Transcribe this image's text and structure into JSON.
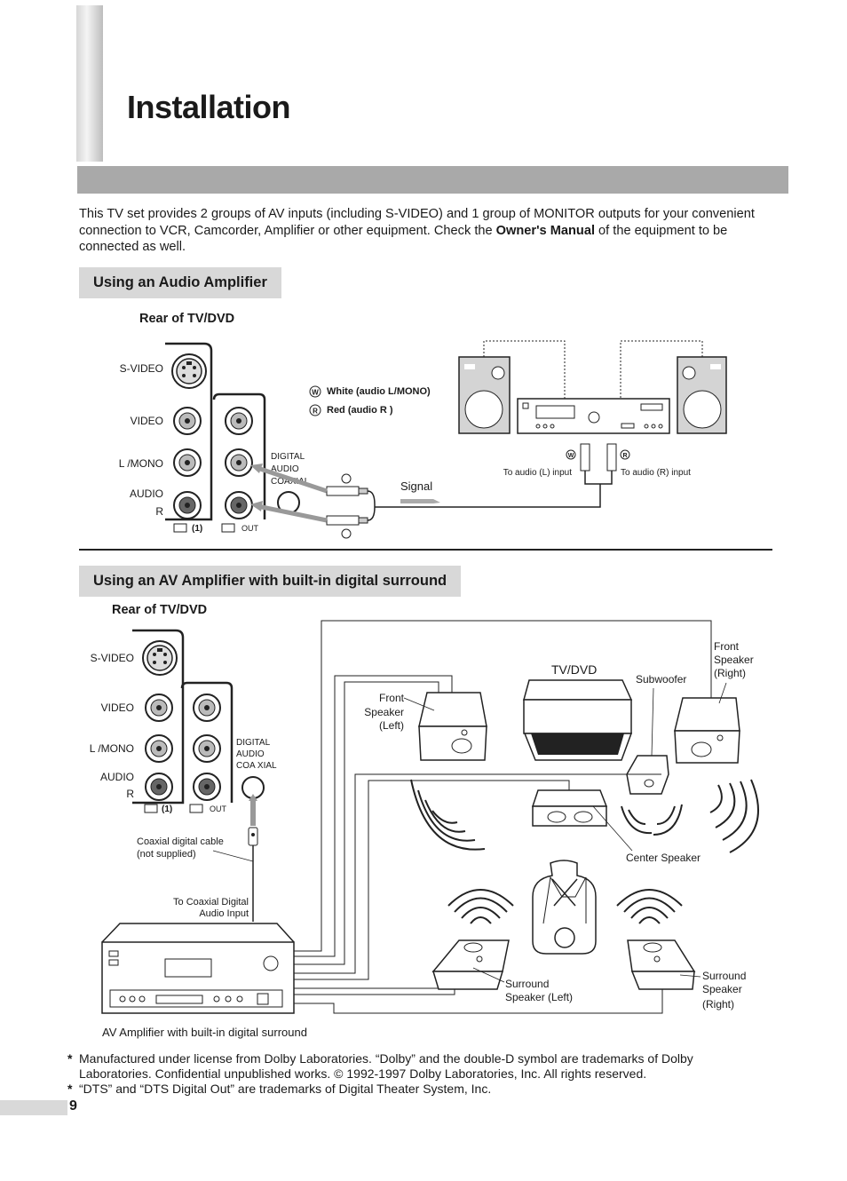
{
  "page": {
    "title": "Installation",
    "page_number": "9",
    "intro": {
      "part1": "This TV set provides 2 groups of AV inputs (including S-VIDEO) and 1 group of MONITOR outputs for your convenient connection to VCR, Camcorder, Amplifier or other equipment. Check the ",
      "bold": "Owner's Manual",
      "part2": " of the equipment to be connected as well."
    }
  },
  "section1": {
    "heading": "Using an Audio Amplifier",
    "rear_label": "Rear of TV/DVD",
    "jacks": {
      "svideo": "S-VIDEO",
      "video": "VIDEO",
      "lmono": "L /MONO",
      "audio": "AUDIO",
      "r": "R",
      "in1": "(1)",
      "out": "OUT",
      "digital1": "DIGITAL",
      "digital2": "AUDIO",
      "digital3": "COAXIAL"
    },
    "legend": {
      "w_symbol": "W",
      "white": "White (audio L/MONO)",
      "r_symbol": "R",
      "red": "Red (audio R )"
    },
    "signal": "Signal",
    "to_left": "To audio (L) input",
    "to_right": "To audio (R) input"
  },
  "section2": {
    "heading": "Using an AV Amplifier with built-in digital surround",
    "rear_label": "Rear of TV/DVD",
    "jacks": {
      "svideo": "S-VIDEO",
      "video": "VIDEO",
      "lmono": "L /MONO",
      "audio": "AUDIO",
      "r": "R",
      "in1": "(1)",
      "out": "OUT",
      "digital1": "DIGITAL",
      "digital2": "AUDIO",
      "digital3": "COA XIAL"
    },
    "coax_cable": [
      "Coaxial digital cable",
      "(not supplied)"
    ],
    "to_coax": [
      "To Coaxial Digital",
      "Audio Input"
    ],
    "amp_caption": "AV Amplifier with built-in digital surround",
    "tvdvd": "TV/DVD",
    "subwoofer": "Subwoofer",
    "front_left": [
      "Front",
      "Speaker",
      "(Left)"
    ],
    "front_right": [
      "Front",
      "Speaker",
      "(Right)"
    ],
    "center": "Center Speaker",
    "surround_left": [
      "Surround",
      "Speaker (Left)"
    ],
    "surround_right": [
      "Surround",
      "Speaker",
      "(Right)"
    ]
  },
  "notes": [
    {
      "marker": "*",
      "text": "Manufactured under license from Dolby Laboratories. “Dolby” and the double-D symbol are trademarks of Dolby Laboratories. Confidential unpublished works. © 1992-1997 Dolby Laboratories, Inc. All rights reserved."
    },
    {
      "marker": "*",
      "text": "“DTS” and “DTS Digital Out” are trademarks of Digital Theater System, Inc."
    }
  ]
}
